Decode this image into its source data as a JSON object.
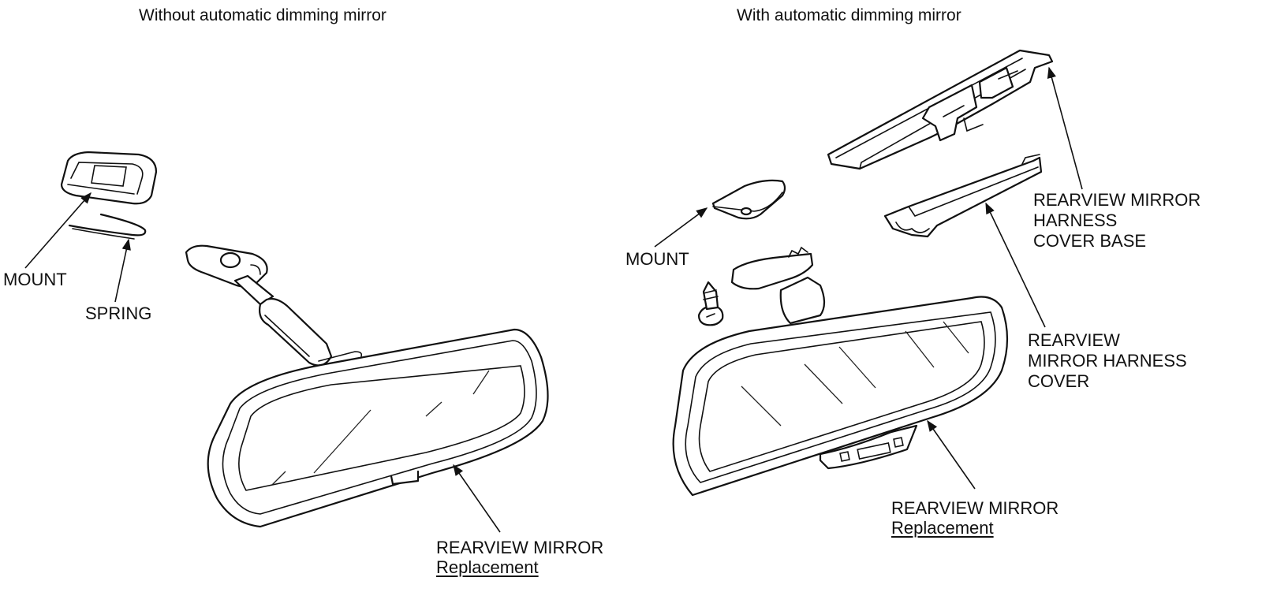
{
  "panels": {
    "left": {
      "title": "Without automatic dimming mirror",
      "labels": {
        "mount": "MOUNT",
        "spring": "SPRING",
        "mirror": "REARVIEW MIRROR",
        "mirror_sub": "Replacement"
      }
    },
    "right": {
      "title": "With automatic dimming mirror",
      "labels": {
        "mount": "MOUNT",
        "cover_base": [
          "REARVIEW MIRROR",
          "HARNESS",
          "COVER BASE"
        ],
        "cover": [
          "REARVIEW",
          "MIRROR HARNESS",
          "COVER"
        ],
        "mirror": "REARVIEW MIRROR",
        "mirror_sub": "Replacement"
      }
    }
  },
  "colors": {
    "line": "#111111",
    "background": "#ffffff"
  }
}
